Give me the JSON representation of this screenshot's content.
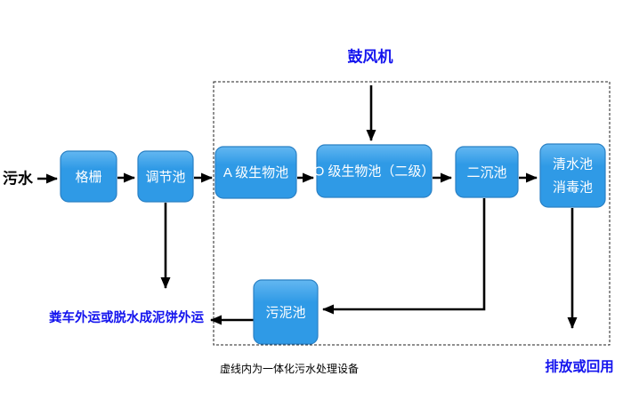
{
  "colors": {
    "box_fill_top": "#63b7f1",
    "box_fill": "#2f9ae6",
    "box_border": "#2a80c4",
    "box_text": "#ffffff",
    "label_blue": "#1414ee",
    "text_black": "#000000",
    "arrow": "#000000"
  },
  "nodes": {
    "influent": "污水",
    "bar_screen": "格栅",
    "regulating_tank": "调节池",
    "a_bio_tank": "A 级生物池",
    "o_bio_tank": "O 级生物池（二级）",
    "secondary_clarifier": "二沉池",
    "clear_water_tank": "清水池",
    "disinfection_tank": "消毒池",
    "sludge_tank": "污泥池",
    "blower": "鼓风机"
  },
  "labels": {
    "sludge_disposal": "粪车外运或脱水成泥饼外运",
    "dashed_note": "虚线内为一体化污水处理设备",
    "effluent": "排放或回用"
  }
}
